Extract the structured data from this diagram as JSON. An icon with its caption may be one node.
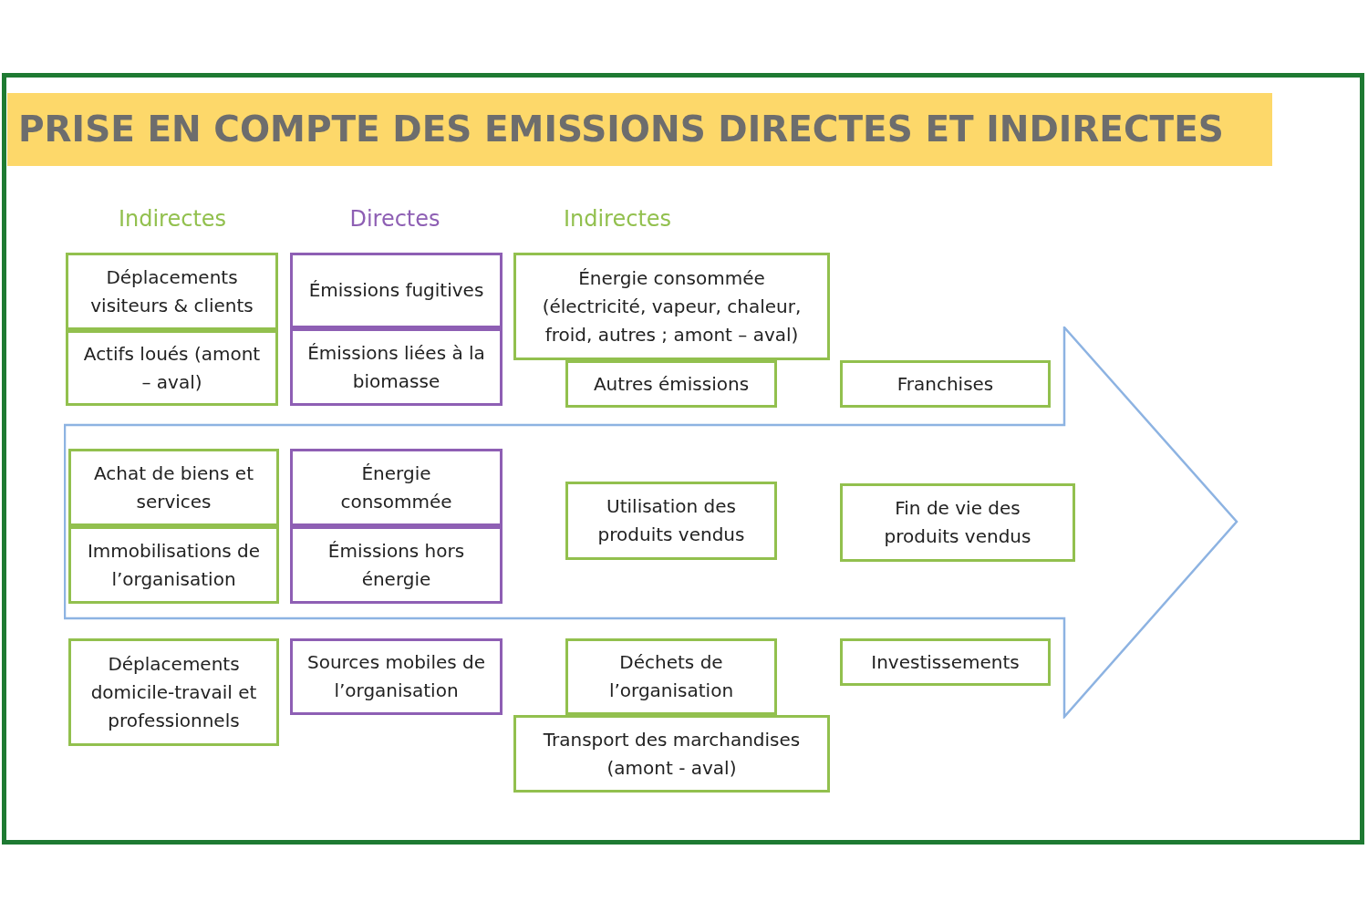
{
  "diagram": {
    "title": "PRISE EN COMPTE DES EMISSIONS DIRECTES ET INDIRECTES",
    "nodes": [
      {
        "text": [],
        "shape": "arrow"
      },
      {
        "text": [
          "Déplacements visiteurs & clients"
        ]
      },
      {
        "text": [
          "Émissions fugitives"
        ]
      },
      {
        "text": [
          "Énergie consommée (électricité, vapeur, chaleur, froid, autres ; amont – aval)"
        ]
      },
      {
        "text": [
          "Actifs loués (amont – aval)"
        ]
      },
      {
        "text": [
          "Émissions liées à la biomasse"
        ]
      },
      {
        "text": [
          "Autres émissions"
        ]
      },
      {
        "text": [
          "Franchises"
        ]
      },
      {
        "text": [
          "Achat de biens et services"
        ],
        "in": 0
      },
      {
        "text": [
          "Énergie consommée"
        ],
        "in": 0
      },
      {
        "text": [
          "Utilisation des produits vendus"
        ],
        "in": 0
      },
      {
        "text": [
          "Fin de vie des produits vendus"
        ],
        "in": 0
      },
      {
        "text": [
          "Immobilisations de l’organisation"
        ],
        "in": 0
      },
      {
        "text": [
          "Émissions hors énergie"
        ],
        "in": 0
      },
      {
        "text": [
          "Déplacements domicile-travail et professionnels"
        ]
      },
      {
        "text": [
          "Sources mobiles de l’organisation"
        ]
      },
      {
        "text": [
          "Déchets de l’organisation"
        ]
      },
      {
        "text": [
          "Investissements"
        ]
      },
      {
        "text": [
          "Transport des marchandises (amont - aval)"
        ]
      }
    ],
    "labels": [
      "Indirectes",
      "Directes",
      "Indirectes"
    ]
  }
}
